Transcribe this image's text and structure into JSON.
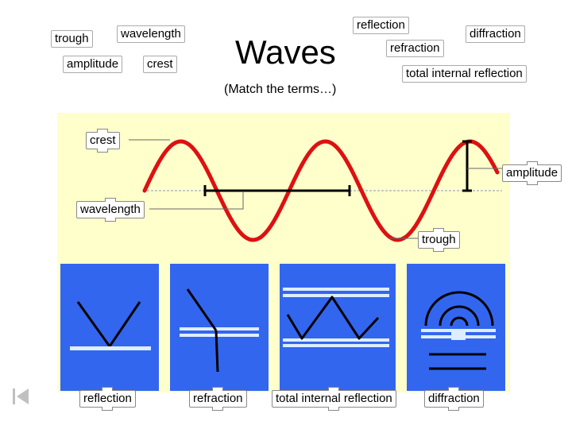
{
  "title": "Waves",
  "subtitle": "(Match the terms…)",
  "term_bank": [
    "trough",
    "wavelength",
    "amplitude",
    "crest",
    "reflection",
    "refraction",
    "diffraction",
    "total internal reflection"
  ],
  "wave_labels": {
    "crest": "crest",
    "amplitude": "amplitude",
    "wavelength": "wavelength",
    "trough": "trough"
  },
  "phenomena": [
    "reflection",
    "refraction",
    "total internal reflection",
    "diffraction"
  ],
  "colors": {
    "wave": "#dd1111",
    "panel": "#ffffcc",
    "box": "#3366ee",
    "ray": "#000000",
    "barrier": "#ddeeff"
  },
  "nav_icon": "first-slide-icon"
}
